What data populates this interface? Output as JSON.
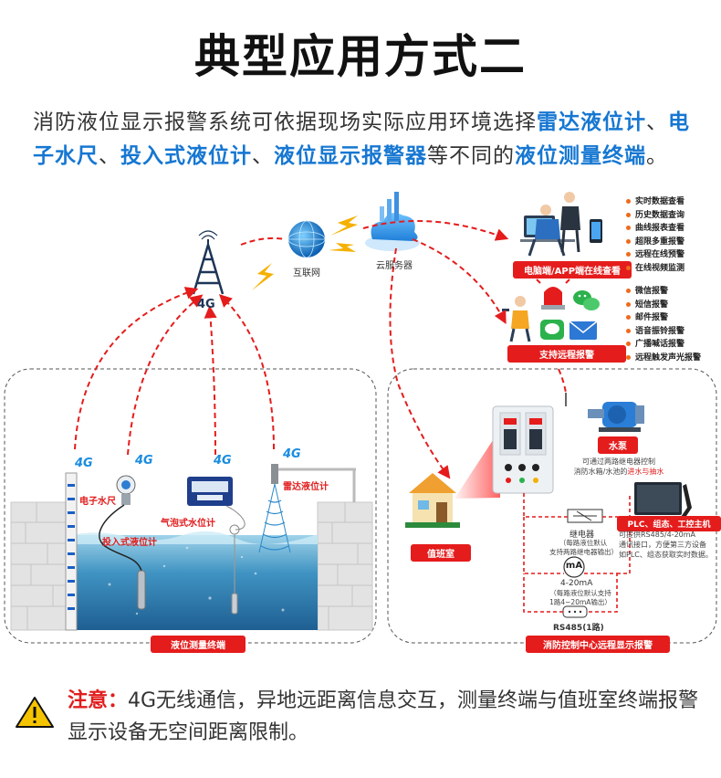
{
  "title": "典型应用方式二",
  "intro": {
    "p1": "消防液位显示报警系统可依据现场实际应用环境选择",
    "h1": "雷达液位计",
    "s1": "、",
    "h2": "电子水尺",
    "s2": "、",
    "h3": "投入式液位计",
    "s3": "、",
    "h4": "液位显示报警器",
    "p2": "等不同的",
    "h5": "液位测量终端",
    "p3": "。"
  },
  "network": {
    "tower_label": "4G",
    "internet_label": "互联网",
    "cloud_label": "云服务器",
    "g4_badge": "4G"
  },
  "monitor_panel": {
    "title": "电脑端/APP端在线查看",
    "features": [
      "实时数据查看",
      "历史数据查询",
      "曲线报表查看",
      "超限多重报警",
      "远程在线预警",
      "在线视频监测"
    ]
  },
  "alarm_panel": {
    "title": "支持远程报警",
    "features": [
      "微信报警",
      "短信报警",
      "邮件报警",
      "语音振铃报警",
      "广播喊话报警",
      "远程触发声光报警"
    ]
  },
  "field": {
    "electronic_ruler": "电子水尺",
    "submersible": "投入式液位计",
    "bubble": "气泡式水位计",
    "radar": "雷达液位计",
    "footer": "液位测量终端"
  },
  "control": {
    "duty_room": "值班室",
    "pump": "水泵",
    "pump_note_1": "可通过两路继电器控制",
    "pump_note_2a": "消防水箱/水池的",
    "pump_note_2b": "进水与抽水",
    "plc_title": "PLC、组态、工控主机",
    "plc_note": [
      "可提供RS485/4-20mA",
      "通讯接口，方便第三方设备",
      "如PLC、组态获取实时数据。"
    ],
    "relay": "继电器",
    "relay_note": [
      "（每路液位默认",
      "支持两路继电器输出）"
    ],
    "ma_symbol": "mA",
    "ma_label": "4-20mA",
    "ma_note": [
      "（每路液位默认支持",
      "1路4~20mA输出）"
    ],
    "rs485": "RS485(1路)",
    "footer": "消防控制中心远程显示报警"
  },
  "note": {
    "label": "注意：",
    "text": "4G无线通信，异地远距离信息交互，测量终端与值班室终端报警显示设备无空间距离限制。"
  }
}
